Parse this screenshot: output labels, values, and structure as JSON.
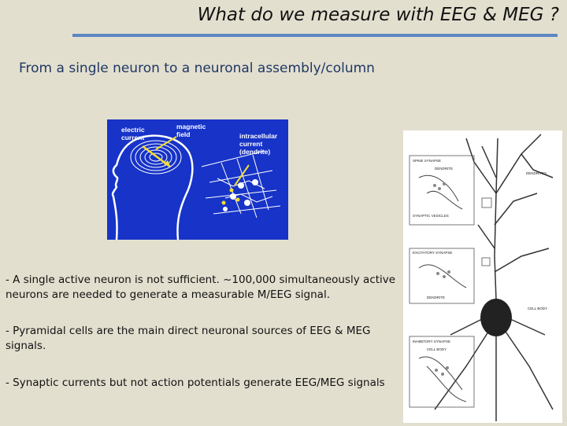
{
  "slide": {
    "title": "What do we measure with EEG & MEG ?",
    "subtitle": "From a single neuron to a neuronal assembly/column",
    "bullets": [
      "- A single active neuron is not sufficient. ~100,000 simultaneously active neurons are needed to generate a measurable M/EEG signal.",
      "- Pyramidal cells are the main direct neuronal sources of EEG & MEG signals.",
      "- Synaptic currents but not action potentials generate EEG/MEG signals"
    ]
  },
  "head_figure": {
    "label_electric": "electric current",
    "label_magnetic": "magnetic field",
    "label_intracellular": "intracellular current (dendrite)",
    "bg_color": "#1733c8"
  },
  "neuron_figure": {
    "label_spine_synapse": "SPINE SYNAPSE",
    "label_dendrite": "DENDRITE",
    "label_synaptic_vesicles": "SYNAPTIC VESICLES",
    "label_excitatory_synapse": "EXCITATORY SYNAPSE",
    "label_dendrite_2": "DENDRITE",
    "label_cell_body": "CELL BODY",
    "label_inhibitory_synapse": "INHIBITORY SYNAPSE",
    "label_cell_body_2": "CELL BODY",
    "label_dendrites": "DENDRITES"
  }
}
